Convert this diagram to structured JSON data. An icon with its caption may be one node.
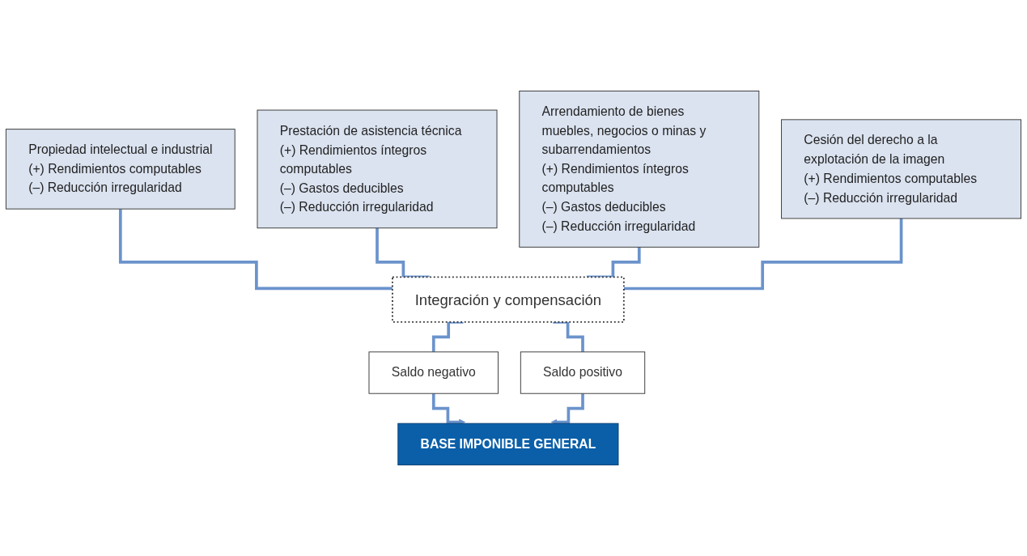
{
  "diagram": {
    "nodes": [
      {
        "text": [
          "Propiedad intelectual e industrial",
          "(+) Rendimientos computables",
          "(–) Reducción irregularidad"
        ]
      },
      {
        "text": [
          "Prestación de asistencia técnica",
          "(+) Rendimientos íntegros computables",
          "(–) Gastos deducibles",
          "(–) Reducción irregularidad"
        ]
      },
      {
        "text": [
          "Arrendamiento de bienes muebles, negocios o minas y subarrendamientos",
          "(+) Rendimientos íntegros computables",
          "(–) Gastos deducibles",
          "(–) Reducción irregularidad"
        ]
      },
      {
        "text": [
          "Cesión del derecho a la explotación de la imagen",
          "(+) Rendimientos computables",
          "(–) Reducción irregularidad"
        ]
      },
      {
        "text": [
          "Integración y compensación"
        ]
      },
      {
        "text": [
          "Saldo negativo"
        ]
      },
      {
        "text": [
          "Saldo positivo"
        ]
      },
      {
        "text": [
          "BASE IMPONIBLE GENERAL"
        ]
      }
    ],
    "edges": [
      {
        "from": 0,
        "to": 4,
        "arrow": "none"
      },
      {
        "from": 1,
        "to": 4,
        "arrow": "none"
      },
      {
        "from": 2,
        "to": 4,
        "arrow": "none"
      },
      {
        "from": 3,
        "to": 4,
        "arrow": "none"
      },
      {
        "from": 4,
        "to": 5,
        "arrow": "none"
      },
      {
        "from": 4,
        "to": 6,
        "arrow": "none"
      },
      {
        "from": 5,
        "to": 7,
        "arrow": "to"
      },
      {
        "from": 6,
        "to": 7,
        "arrow": "to"
      }
    ]
  }
}
